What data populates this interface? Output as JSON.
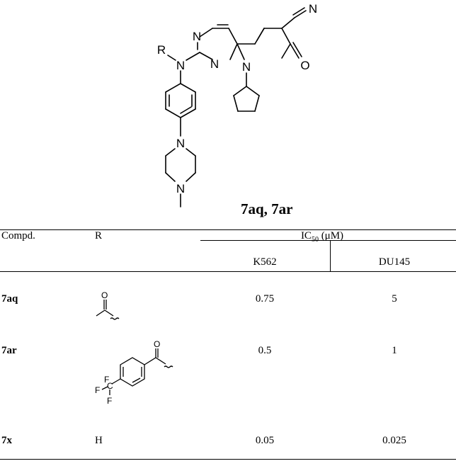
{
  "compound_label": "7aq, 7ar",
  "structure_atoms": {
    "nitrile_n": "N",
    "pyr_n1": "N",
    "pyr_n2": "N",
    "pyr_n3": "N",
    "carbonyl_o": "O",
    "aniline_n": "N",
    "r_group": "R",
    "pip_n1": "N",
    "pip_n2": "N"
  },
  "table": {
    "header": {
      "compd": "Compd.",
      "r": "R",
      "ic50_prefix": "IC",
      "ic50_sub": "50",
      "ic50_unit": " (μM)",
      "k562": "K562",
      "du145": "DU145"
    },
    "rows": [
      {
        "compd": "7aq",
        "r": "",
        "r_atoms": [
          "O"
        ],
        "k562": "0.75",
        "du145": "5"
      },
      {
        "compd": "7ar",
        "r": "",
        "r_atoms": [
          "O",
          "F",
          "F",
          "F",
          "C"
        ],
        "k562": "0.5",
        "du145": "1"
      },
      {
        "compd": "7x",
        "r": "H",
        "k562": "0.05",
        "du145": "0.025"
      }
    ]
  }
}
